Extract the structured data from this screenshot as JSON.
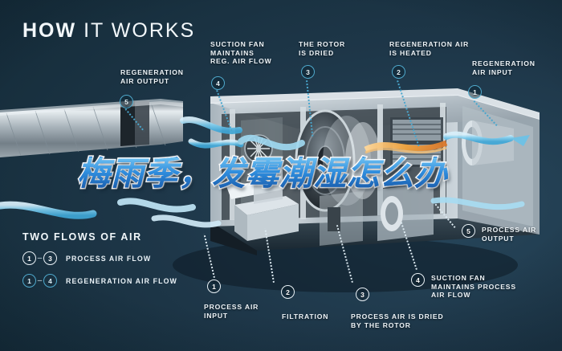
{
  "title": {
    "bold": "HOW",
    "light": "IT WORKS"
  },
  "overlay": {
    "text": "梅雨季，发霉潮湿怎么办",
    "color": "#2f8ddd",
    "stroke": "#ffffff"
  },
  "colors": {
    "background": "#1d3040",
    "accent_cyan": "#49a6cd",
    "marker_white": "#e9f1f6",
    "text": "#eef4f8"
  },
  "legend": {
    "heading": "TWO FLOWS OF AIR",
    "rows": [
      {
        "from": "1",
        "dash": "–",
        "to": "3",
        "label": "PROCESS AIR FLOW",
        "style": "white"
      },
      {
        "from": "1",
        "dash": "–",
        "to": "4",
        "label": "REGENERATION AIR FLOW",
        "style": "cyan"
      }
    ]
  },
  "callouts": [
    {
      "id": "regeneration-air-output",
      "number": "5",
      "label": "REGENERATION\nAIR OUTPUT",
      "style": "cyan"
    },
    {
      "id": "suction-fan-reg",
      "number": "4",
      "label": "SUCTION FAN\nMAINTAINS\nREG. AIR FLOW",
      "style": "cyan"
    },
    {
      "id": "rotor-is-dried",
      "number": "3",
      "label": "THE ROTOR\nIS DRIED",
      "style": "cyan"
    },
    {
      "id": "regeneration-air-heated",
      "number": "2",
      "label": "REGENERATION AIR\nIS HEATED",
      "style": "cyan"
    },
    {
      "id": "regeneration-air-input",
      "number": "1",
      "label": "REGENERATION\nAIR INPUT",
      "style": "cyan"
    },
    {
      "id": "process-air-output",
      "number": "5",
      "label": "PROCESS AIR\nOUTPUT",
      "style": "white"
    },
    {
      "id": "process-air-input",
      "number": "1",
      "label": "PROCESS AIR\nINPUT",
      "style": "white"
    },
    {
      "id": "filtration",
      "number": "2",
      "label": "FILTRATION",
      "style": "white"
    },
    {
      "id": "process-air-dried",
      "number": "3",
      "label": "PROCESS AIR IS DRIED\nBY THE ROTOR",
      "style": "white"
    },
    {
      "id": "suction-fan-process",
      "number": "4",
      "label": "SUCTION FAN\nMAINTAINS PROCESS\nAIR FLOW",
      "style": "white"
    }
  ],
  "diagram": {
    "name": "desiccant-dehumidifier-cutaway",
    "components": [
      "spiral-duct",
      "cabinet",
      "desiccant-rotor",
      "suction-fan",
      "heater-coil",
      "filter-box",
      "airflow-arrows"
    ]
  }
}
